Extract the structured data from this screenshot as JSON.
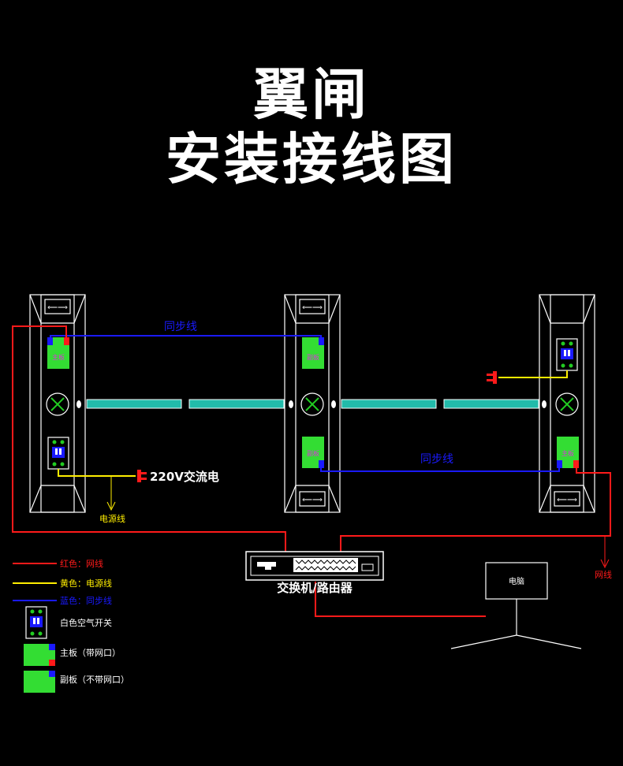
{
  "title": {
    "line1": "翼闸",
    "line2": "安装接线图"
  },
  "labels": {
    "sync_top": "同步线",
    "sync_bottom": "同步线",
    "ac_power": "220V交流电",
    "power_cable": "电源线",
    "switch": "交换机/路由器",
    "computer": "电脑",
    "network_right": "网线",
    "main_board": "主板",
    "sub_board": "副板"
  },
  "legend": {
    "red": "红色：网线",
    "yellow": "黄色：电源线",
    "blue": "蓝色：同步线",
    "air_switch": "白色空气开关",
    "main_board": "主板（带网口）",
    "sub_board": "副板（不带网口）"
  },
  "colors": {
    "red": "#ff1a1a",
    "yellow": "#ffee00",
    "blue": "#1a1aff",
    "board": "#33dd33",
    "barrier": "#22bbaa",
    "white": "#ffffff"
  }
}
